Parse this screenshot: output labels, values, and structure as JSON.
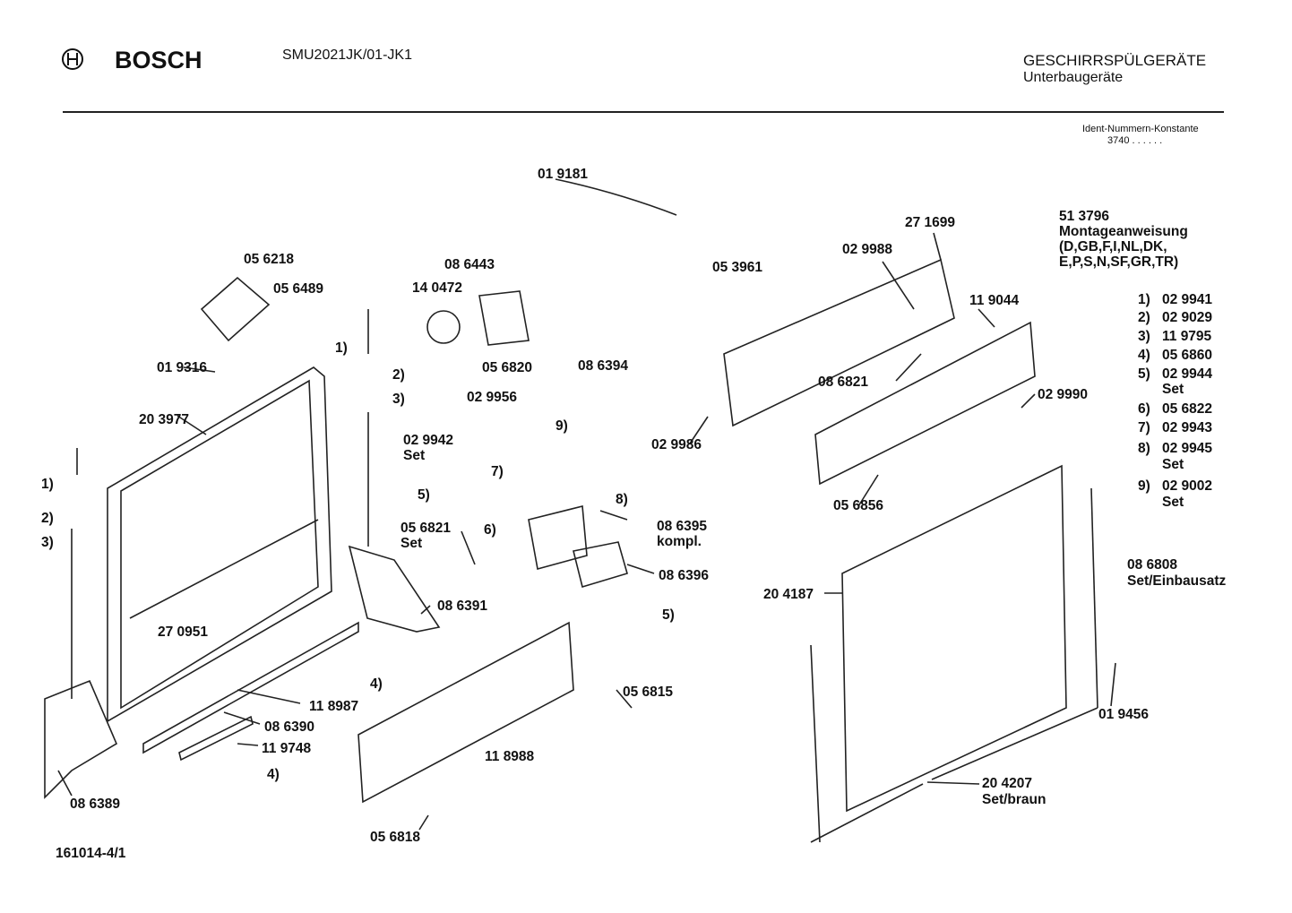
{
  "header": {
    "brand": "BOSCH",
    "model": "SMU2021JK/01-JK1",
    "category": "GESCHIRRSPÜLGERÄTE",
    "subcategory": "Unterbaugeräte",
    "ident_label": "Ident-Nummern-Konstante",
    "ident_value": "3740  . .   . . . ."
  },
  "instructions": {
    "number": "51 3796",
    "title": "Montageanweisung",
    "lang1": "(D,GB,F,I,NL,DK,",
    "lang2": "E,P,S,N,SF,GR,TR)"
  },
  "legend": [
    {
      "key": "1)",
      "part": "02 9941"
    },
    {
      "key": "2)",
      "part": "02 9029"
    },
    {
      "key": "3)",
      "part": "11 9795"
    },
    {
      "key": "4)",
      "part": "05 6860"
    },
    {
      "key": "5)",
      "part": "02 9944",
      "note": "Set"
    },
    {
      "key": "6)",
      "part": "05 6822"
    },
    {
      "key": "7)",
      "part": "02 9943"
    },
    {
      "key": "8)",
      "part": "02 9945",
      "note": "Set"
    },
    {
      "key": "9)",
      "part": "02 9002",
      "note": "Set"
    }
  ],
  "parts": {
    "p019181": "01 9181",
    "p271699": "27 1699",
    "p056218": "05 6218",
    "p086443": "08 6443",
    "p029988": "02 9988",
    "p053961": "05 3961",
    "p140472": "14 0472",
    "p056489": "05 6489",
    "p119044": "11 9044",
    "p019316": "01 9316",
    "p056820": "05 6820",
    "p086394": "08 6394",
    "p086821": "08 6821",
    "p029956": "02 9956",
    "p029990": "02 9990",
    "p203977": "20 3977",
    "p029942": "02 9942",
    "p029942_note": "Set",
    "p029986": "02 9986",
    "p056856": "05 6856",
    "p056821": "05 6821",
    "p056821_note": "Set",
    "p086395": "08 6395",
    "p086395_note": "kompl.",
    "p086396": "08 6396",
    "p086808": "08 6808",
    "p086808_note": "Set/Einbausatz",
    "p204187": "20 4187",
    "p086391": "08 6391",
    "p270951": "27 0951",
    "p056815": "05 6815",
    "p118987": "11 8987",
    "p019456": "01 9456",
    "p086390": "08 6390",
    "p119748": "11 9748",
    "p118988": "11 8988",
    "p204207": "20 4207",
    "p204207_note": "Set/braun",
    "p086389": "08 6389",
    "p056818": "05 6818"
  },
  "callouts": {
    "c1": "1)",
    "c2": "2)",
    "c3": "3)",
    "c4": "4)",
    "c5": "5)",
    "c6": "6)",
    "c7": "7)",
    "c8": "8)",
    "c9": "9)"
  },
  "footer": {
    "drawing_number": "161014-4/1"
  }
}
